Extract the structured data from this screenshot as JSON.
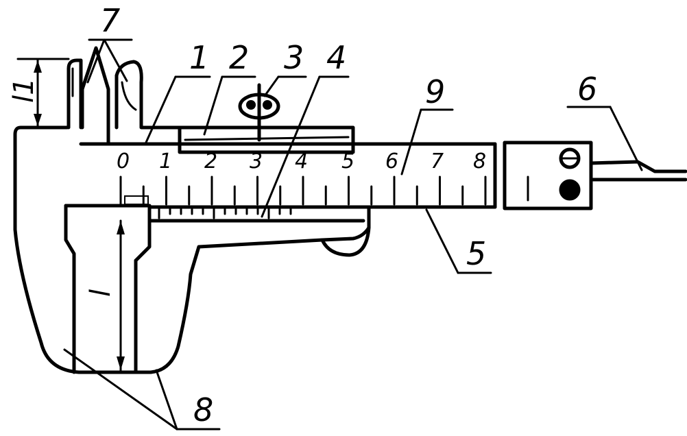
{
  "callouts": {
    "c1": "1",
    "c2": "2",
    "c3": "3",
    "c4": "4",
    "c5": "5",
    "c6": "6",
    "c7": "7",
    "c8": "8",
    "c9": "9"
  },
  "scale_numbers": [
    "0",
    "1",
    "2",
    "3",
    "4",
    "5",
    "6",
    "7",
    "8"
  ],
  "dimensions": {
    "l": "l",
    "l1": "l1"
  },
  "colors": {
    "line": "#000000",
    "background": "#ffffff"
  }
}
